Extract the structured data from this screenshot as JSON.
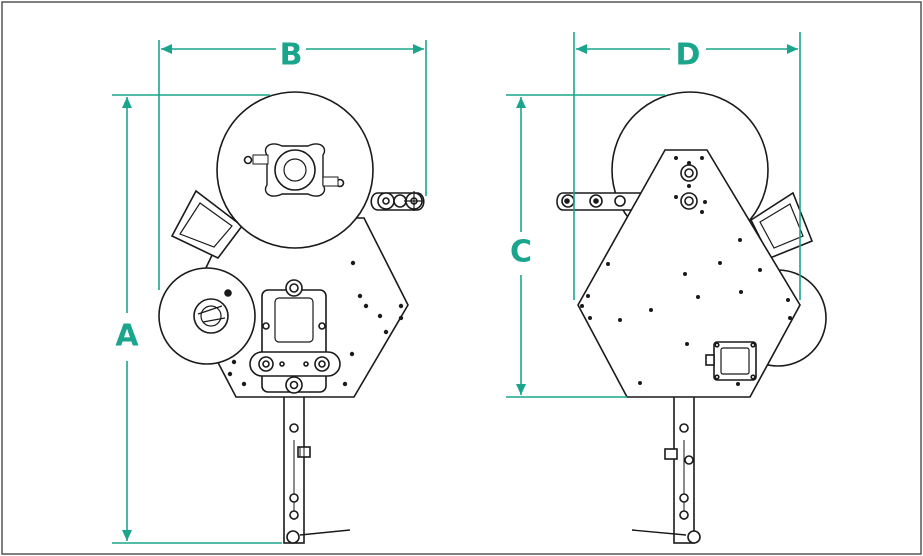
{
  "dimensions": [
    {
      "id": "A",
      "label": "A"
    },
    {
      "id": "B",
      "label": "B"
    },
    {
      "id": "C",
      "label": "C"
    },
    {
      "id": "D",
      "label": "D"
    }
  ],
  "colors": {
    "dimension": "#1aa58c",
    "outline": "#1a1a1a",
    "frame": "#555555",
    "fill": "#ffffff"
  }
}
